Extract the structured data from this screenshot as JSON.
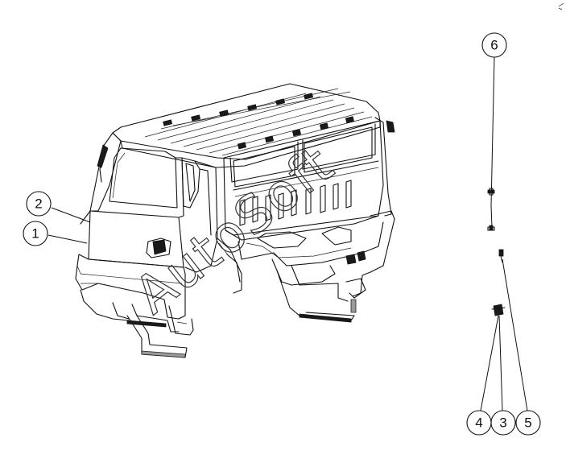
{
  "callouts": [
    {
      "id": "1",
      "label": "1"
    },
    {
      "id": "2",
      "label": "2"
    },
    {
      "id": "3",
      "label": "3"
    },
    {
      "id": "4",
      "label": "4"
    },
    {
      "id": "5",
      "label": "5"
    },
    {
      "id": "6",
      "label": "6"
    }
  ],
  "watermark": "AutoSoft"
}
